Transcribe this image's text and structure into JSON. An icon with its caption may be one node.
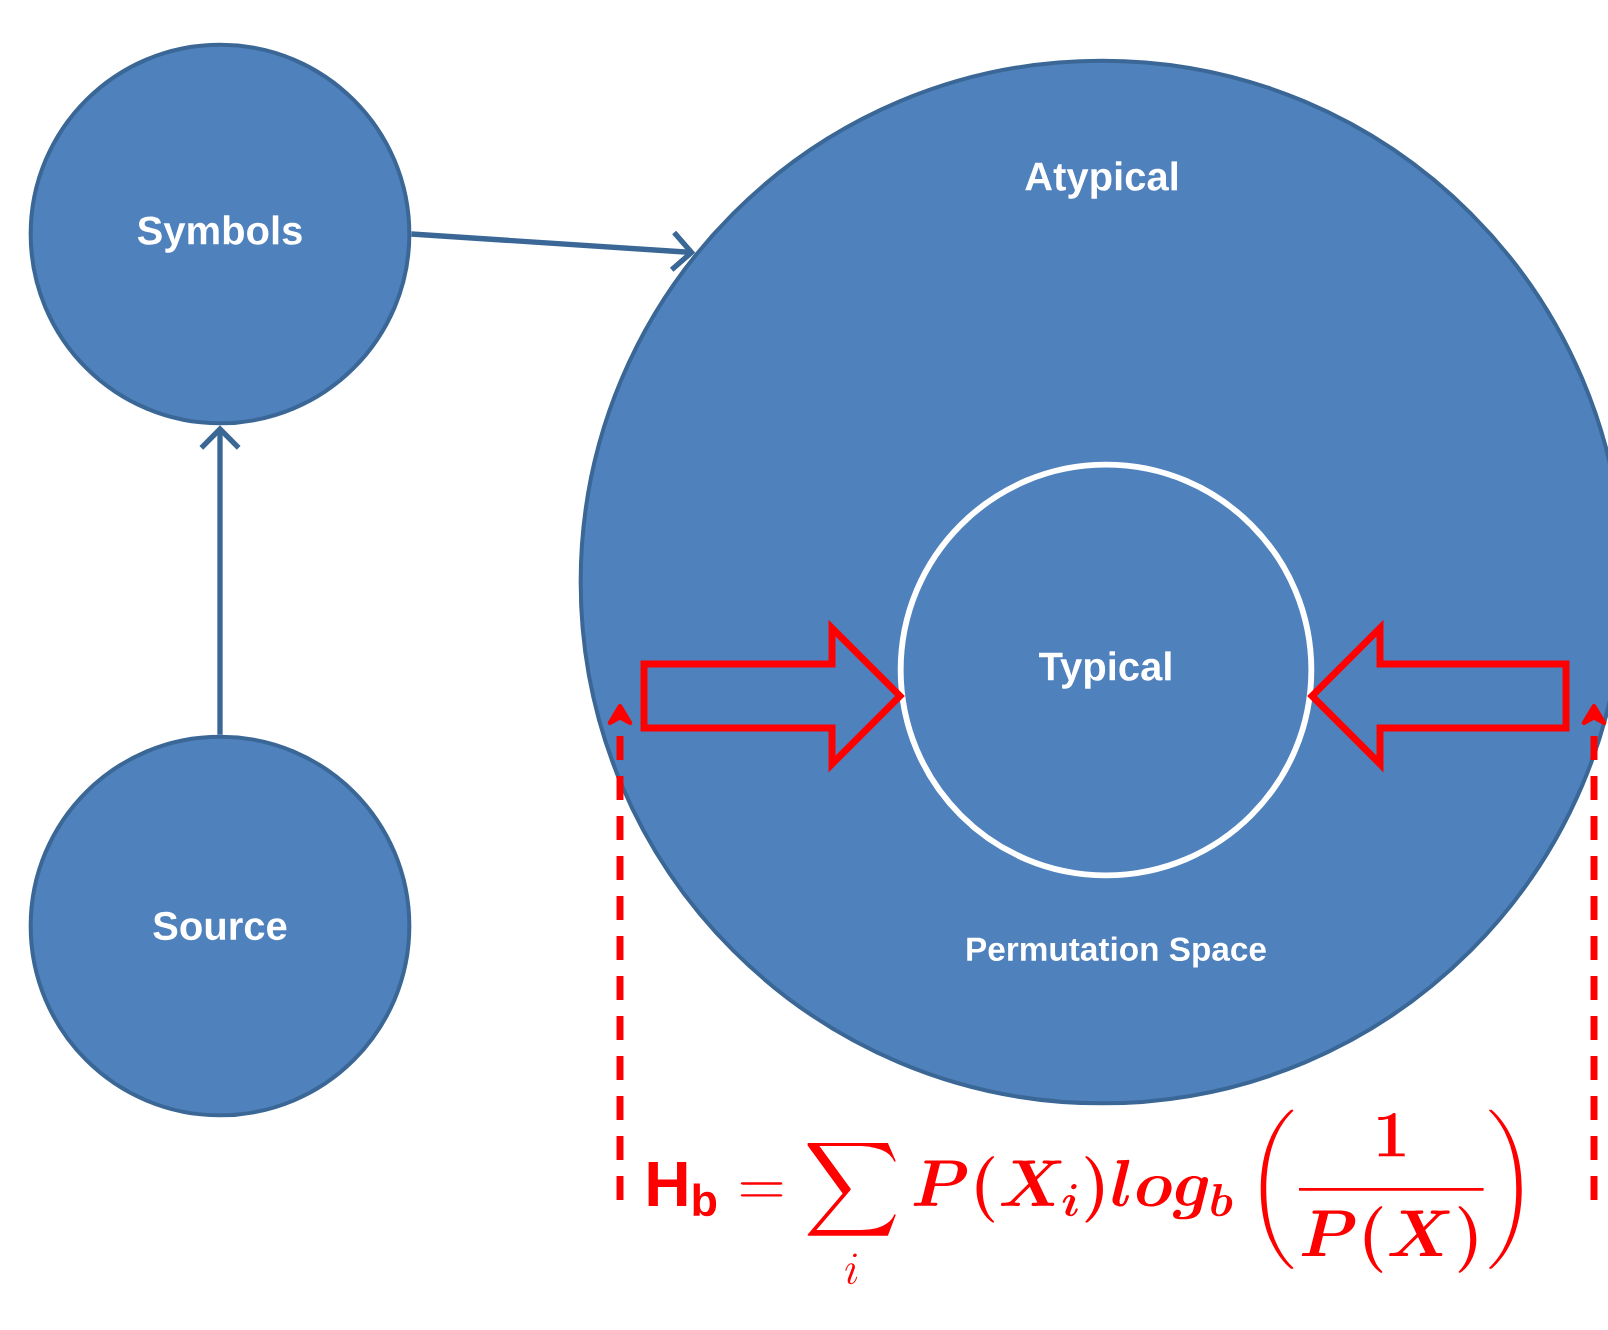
{
  "diagram": {
    "nodes": [
      {
        "text": [
          "Symbols"
        ]
      },
      {
        "text": [
          "Source"
        ]
      },
      {
        "text": [
          "Atypical",
          "Permutation Space"
        ]
      },
      {
        "text": [
          "Typical"
        ],
        "in": 2
      }
    ],
    "edges": [
      {
        "from": 1,
        "to": 0,
        "arrow": "to"
      },
      {
        "from": 0,
        "to": 2,
        "arrow": "to"
      },
      {
        "from": null,
        "to": 3,
        "arrow": "to",
        "style": "thick",
        "color": "#ff0000"
      },
      {
        "from": null,
        "to": 3,
        "arrow": "to",
        "style": "thick",
        "color": "#ff0000"
      },
      {
        "from": null,
        "to": 2,
        "arrow": "to",
        "style": "dashed",
        "color": "#ff0000"
      },
      {
        "from": null,
        "to": 2,
        "arrow": "to",
        "style": "dashed",
        "color": "#ff0000"
      }
    ],
    "labels": [
      "\\mathbf{H_b} = \\sum_i \\boldsymbol{P(X_i) log_b \\left(\\frac{1}{P(X)}\\right)}"
    ]
  }
}
